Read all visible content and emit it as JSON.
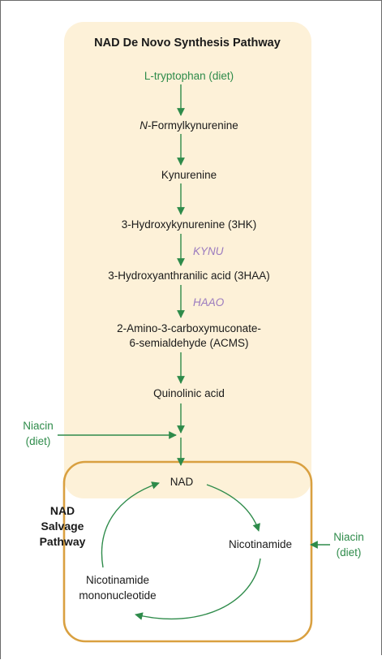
{
  "colors": {
    "pathway_fill": "#fdf1d8",
    "salvage_border": "#d9a040",
    "arrow": "#2e8b4a",
    "diet_text": "#2e8b4a",
    "enzyme_text": "#9b7bbf",
    "text": "#1a1a1a"
  },
  "de_novo": {
    "title": "NAD De Novo Synthesis Pathway",
    "steps": {
      "tryptophan": "L-tryptophan (diet)",
      "formyl_prefix": "N",
      "formyl_rest": "-Formylkynurenine",
      "kynurenine": "Kynurenine",
      "hk": "3-Hydroxykynurenine (3HK)",
      "haa": "3-Hydroxyanthranilic acid (3HAA)",
      "acms_line1": "2-Amino-3-carboxymuconate-",
      "acms_line2": "6-semialdehyde (ACMS)",
      "quinolinic": "Quinolinic acid"
    },
    "enzymes": {
      "kynu": "KYNU",
      "haao": "HAAO"
    }
  },
  "niacin_left": {
    "line1": "Niacin",
    "line2": "(diet)"
  },
  "salvage": {
    "label_line1": "NAD",
    "label_line2": "Salvage",
    "label_line3": "Pathway",
    "nad": "NAD",
    "nicotinamide": "Nicotinamide",
    "nmn_line1": "Nicotinamide",
    "nmn_line2": "mononucleotide"
  },
  "niacin_right": {
    "line1": "Niacin",
    "line2": "(diet)"
  }
}
